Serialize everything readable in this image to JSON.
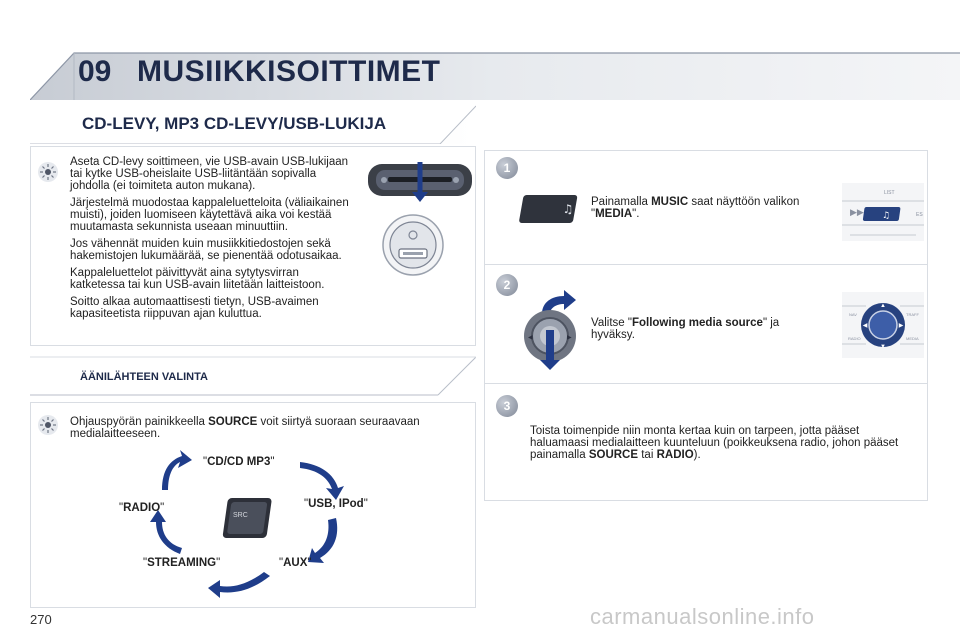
{
  "header": {
    "chapter_number": "09",
    "chapter_title": "MUSIIKKISOITTIMET"
  },
  "section_title": "CD-LEVY, MP3 CD-LEVY/USB-LUKIJA",
  "intro_paragraphs": [
    "Aseta CD-levy soittimeen, vie USB-avain USB-lukijaan tai kytke USB-oheislaite USB-liitäntään sopivalla johdolla (ei toimiteta auton mukana).",
    "Järjestelmä muodostaa kappaleluetteloita (väliaikainen muisti), joiden luomiseen käytettävä aika voi kestää muutamasta sekunnista useaan minuuttiin.",
    "Jos vähennät muiden kuin musiikkitiedostojen sekä hakemistojen lukumäärää, se pienentää odotusaikaa.",
    "Kappaleluettelot päivittyvät aina sytytysvirran katketessa tai kun USB-avain liitetään laitteistoon.",
    "Soitto alkaa automaattisesti tietyn, USB-avaimen kapasiteetista riippuvan ajan kuluttua."
  ],
  "source_section": {
    "title": "ÄÄNILÄHTEEN VALINTA",
    "text_before": "Ohjauspyörän painikkeella ",
    "text_bold": "SOURCE",
    "text_after": " voit siirtyä suoraan seuraavaan medialaitteeseen.",
    "sources": [
      "CD/CD MP3",
      "USB, IPod",
      "AUX",
      "STREAMING",
      "RADIO"
    ],
    "button_label": "SRC"
  },
  "steps": [
    {
      "number": "1",
      "text_before": "Painamalla ",
      "bold1": "MUSIC",
      "text_mid": " saat näyttöön valikon \"",
      "bold2": "MEDIA",
      "text_after": "\".",
      "panel_labels": [
        "LIST",
        "ES"
      ]
    },
    {
      "number": "2",
      "text_before": "Valitse \"",
      "bold1": "Following media source",
      "text_after": "\" ja hyväksy.",
      "panel_labels": [
        "NAV",
        "TRAFF",
        "RADIO",
        "MEDIA"
      ]
    },
    {
      "number": "3",
      "text_before": "Toista toimenpide niin monta kertaa kuin on tarpeen, jotta pääset haluamaasi medialaitteen kuunteluun (poikkeuksena radio, johon pääset painamalla ",
      "bold1": "SOURCE",
      "text_mid": " tai ",
      "bold2": "RADIO",
      "text_after": ")."
    }
  ],
  "footer": {
    "page_number": "270",
    "watermark": "carmanualsonline.info"
  },
  "colors": {
    "title": "#1e2a4a",
    "panel_border": "#d9dde3",
    "arrow": "#1f3d8a",
    "badge": "#8a91a0"
  }
}
